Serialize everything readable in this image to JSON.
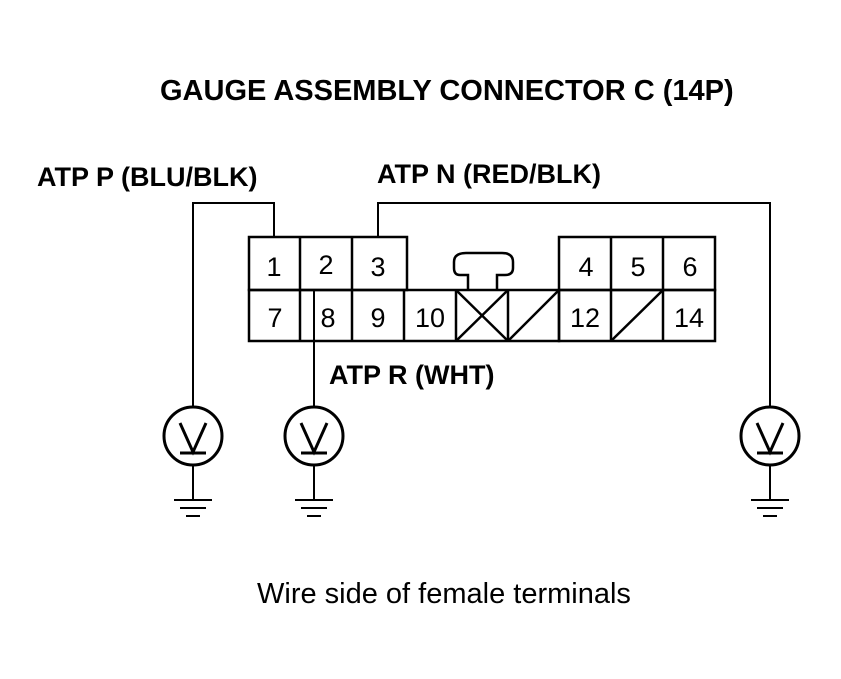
{
  "title": "GAUGE ASSEMBLY CONNECTOR C (14P)",
  "labels": {
    "atp_p": "ATP P (BLU/BLK)",
    "atp_n": "ATP N (RED/BLK)",
    "atp_r": "ATP R (WHT)"
  },
  "pins": {
    "p1": "1",
    "p2": "2",
    "p3": "3",
    "p4": "4",
    "p5": "5",
    "p6": "6",
    "p7": "7",
    "p8": "8",
    "p9": "9",
    "p10": "10",
    "p12": "12",
    "p14": "14"
  },
  "caption": "Wire side of female terminals",
  "colors": {
    "line": "#000000",
    "background": "#ffffff"
  }
}
